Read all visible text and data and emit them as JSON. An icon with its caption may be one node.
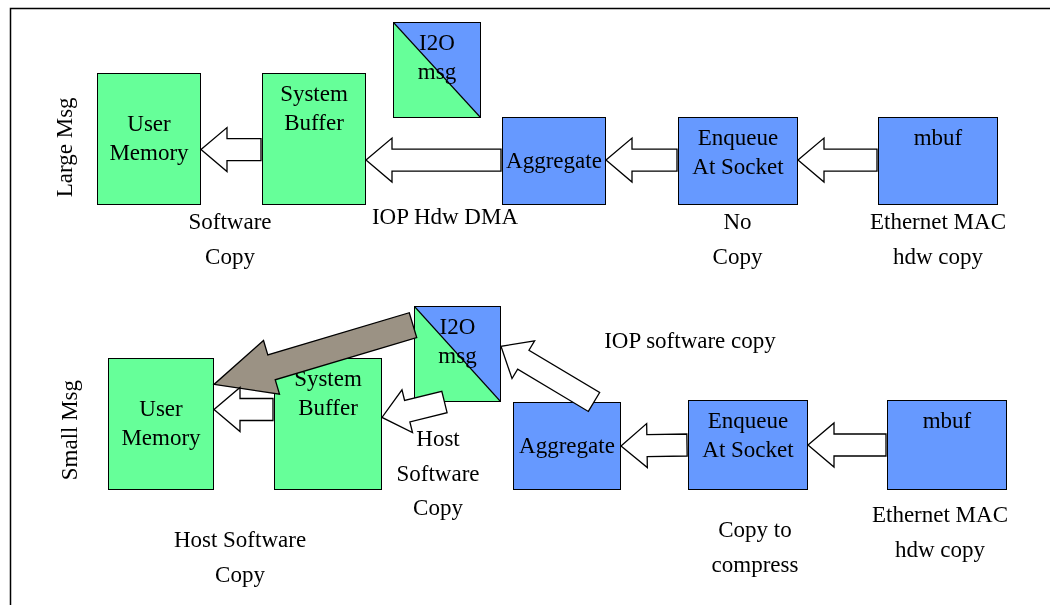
{
  "diagram": {
    "nodes": [
      {
        "text": [
          "User Memory"
        ]
      },
      {
        "text": [
          "System Buffer"
        ]
      },
      {
        "text": [
          "I2O msg"
        ]
      },
      {
        "text": [
          "Aggregate"
        ]
      },
      {
        "text": [
          "Enqueue At Socket"
        ]
      },
      {
        "text": [
          "mbuf"
        ]
      },
      {
        "text": [
          "User Memory"
        ]
      },
      {
        "text": [
          "System Buffer"
        ]
      },
      {
        "text": [
          "I2O msg"
        ]
      },
      {
        "text": [
          "Aggregate"
        ]
      },
      {
        "text": [
          "Enqueue At Socket"
        ]
      },
      {
        "text": [
          "mbuf"
        ]
      }
    ],
    "edges": [
      {
        "from": 1,
        "to": 0,
        "arrow": "to"
      },
      {
        "from": 3,
        "to": 1,
        "arrow": "to"
      },
      {
        "from": 4,
        "to": 3,
        "arrow": "to"
      },
      {
        "from": 5,
        "to": 4,
        "arrow": "to"
      },
      {
        "from": 8,
        "to": 6,
        "arrow": "to",
        "style": "thick",
        "color": "#9b9284"
      },
      {
        "from": 7,
        "to": 6,
        "arrow": "to"
      },
      {
        "from": 8,
        "to": 7,
        "arrow": "to"
      },
      {
        "from": 9,
        "to": 8,
        "arrow": "to"
      },
      {
        "from": 10,
        "to": 9,
        "arrow": "to"
      },
      {
        "from": 11,
        "to": 10,
        "arrow": "to"
      }
    ],
    "labels": [
      "Large Msg",
      "Software Copy",
      "IOP Hdw DMA",
      "No Copy",
      "Ethernet MAC hdw copy",
      "Small Msg",
      "IOP software copy",
      "Host Software Copy",
      "Host Software Copy",
      "Copy to compress",
      "Ethernet MAC hdw copy"
    ]
  }
}
